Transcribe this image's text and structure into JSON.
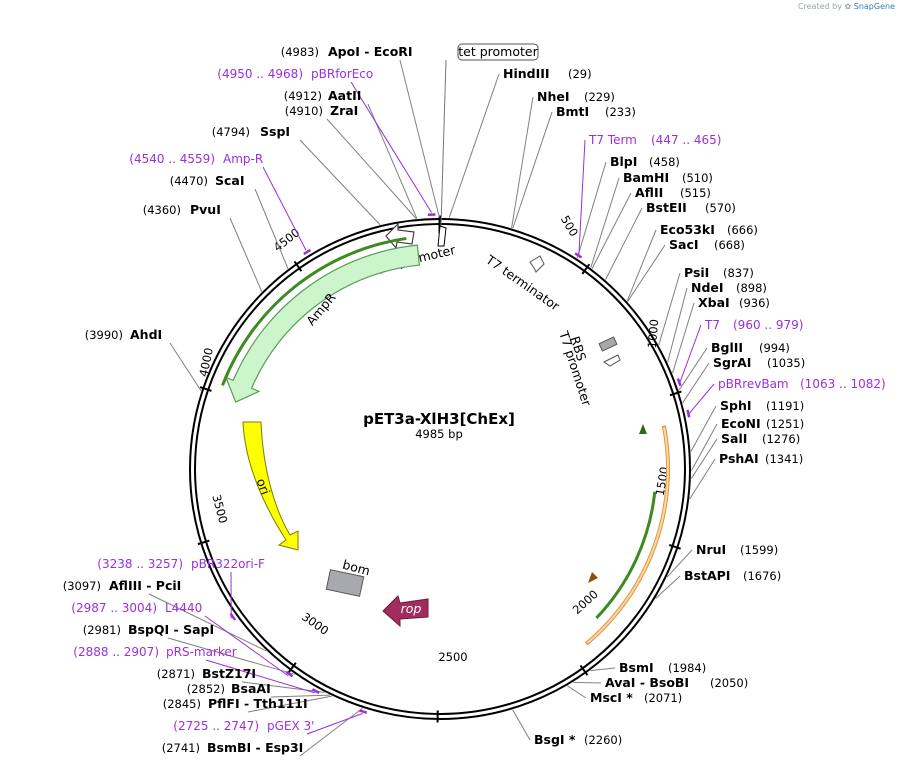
{
  "credit": {
    "prefix": "Created by",
    "brand": "SnapGene"
  },
  "plasmid": {
    "name": "pET3a-XlH3[ChEx]",
    "length": 4985,
    "length_label": "4985 bp"
  },
  "ticks": [
    "500",
    "1000",
    "1500",
    "2000",
    "2500",
    "3000",
    "3500",
    "4000",
    "4500"
  ],
  "feature_labels": {
    "tet_promoter": "tet promoter",
    "ampr_promoter": "AmpR promoter",
    "ampr": "AmpR",
    "t7_terminator": "T7 terminator",
    "rbs": "RBS",
    "t7_promoter": "T7 promoter",
    "ori": "ori",
    "bom": "bom",
    "rop": "rop"
  },
  "right_sites": [
    {
      "name": "HindIII",
      "pos": "(29)"
    },
    {
      "name": "NheI",
      "pos": "(229)"
    },
    {
      "name": "BmtI",
      "pos": "(233)"
    },
    {
      "name": "BlpI",
      "pos": "(458)"
    },
    {
      "name": "BamHI",
      "pos": "(510)"
    },
    {
      "name": "AflII",
      "pos": "(515)"
    },
    {
      "name": "BstEII",
      "pos": "(570)"
    },
    {
      "name": "Eco53kI",
      "pos": "(666)"
    },
    {
      "name": "SacI",
      "pos": "(668)"
    },
    {
      "name": "PsiI",
      "pos": "(837)"
    },
    {
      "name": "NdeI",
      "pos": "(898)"
    },
    {
      "name": "XbaI",
      "pos": "(936)"
    },
    {
      "name": "BglII",
      "pos": "(994)"
    },
    {
      "name": "SgrAI",
      "pos": "(1035)"
    },
    {
      "name": "SphI",
      "pos": "(1191)"
    },
    {
      "name": "EcoNI",
      "pos": "(1251)"
    },
    {
      "name": "SalI",
      "pos": "(1276)"
    },
    {
      "name": "PshAI",
      "pos": "(1341)"
    },
    {
      "name": "NruI",
      "pos": "(1599)"
    },
    {
      "name": "BstAPI",
      "pos": "(1676)"
    },
    {
      "name": "BsmI",
      "pos": "(1984)"
    },
    {
      "name": "AvaI  -  BsoBI",
      "pos": "(2050)"
    },
    {
      "name": "MscI *",
      "pos": "(2071)"
    },
    {
      "name": "BsgI *",
      "pos": "(2260)"
    }
  ],
  "right_primers": [
    {
      "name": "T7 Term",
      "pos": "(447 .. 465)"
    },
    {
      "name": "T7",
      "pos": "(960 .. 979)"
    },
    {
      "name": "pBRrevBam",
      "pos": "(1063 .. 1082)"
    }
  ],
  "left_sites": [
    {
      "pos": "(4983)",
      "name": "ApoI  -  EcoRI"
    },
    {
      "pos": "(4912)",
      "name": "AatII"
    },
    {
      "pos": "(4910)",
      "name": "ZraI"
    },
    {
      "pos": "(4794)",
      "name": "SspI"
    },
    {
      "pos": "(4470)",
      "name": "ScaI"
    },
    {
      "pos": "(4360)",
      "name": "PvuI"
    },
    {
      "pos": "(3990)",
      "name": "AhdI"
    },
    {
      "pos": "(3097)",
      "name": "AflIII  -  PciI"
    },
    {
      "pos": "(2981)",
      "name": "BspQI  -  SapI"
    },
    {
      "pos": "(2871)",
      "name": "BstZ17I"
    },
    {
      "pos": "(2852)",
      "name": "BsaAI"
    },
    {
      "pos": "(2845)",
      "name": "PflFI  -  Tth111I"
    },
    {
      "pos": "(2741)",
      "name": "BsmBI  -  Esp3I"
    }
  ],
  "left_primers": [
    {
      "pos": "(4950 .. 4968)",
      "name": "pBRforEco"
    },
    {
      "pos": "(4540 .. 4559)",
      "name": "Amp-R"
    },
    {
      "pos": "(3238 .. 3257)",
      "name": "pBR322ori-F"
    },
    {
      "pos": "(2987 .. 3004)",
      "name": "L4440"
    },
    {
      "pos": "(2888 .. 2907)",
      "name": "pRS-marker"
    },
    {
      "pos": "(2725 .. 2747)",
      "name": "pGEX 3'"
    }
  ],
  "colors": {
    "primer": "#9b30d9",
    "ampr_fill": "#ccf5cc",
    "ori_fill": "#ffff00",
    "rop_fill": "#a12c5d",
    "bom_fill": "#a7a9ac",
    "orange_arc": "#e69138",
    "green_arc": "#3d8b1f"
  }
}
